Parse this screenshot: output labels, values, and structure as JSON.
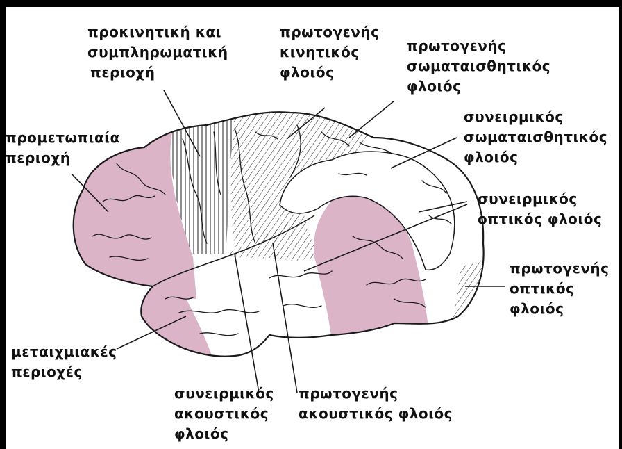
{
  "colors": {
    "pink": "#dcb4c8",
    "outline": "#1a1a1a",
    "frame": "#000000",
    "background": "#ffffff"
  },
  "labels": {
    "premotor": [
      "προκινητική και",
      "συμπληρωματική",
      "περιοχή"
    ],
    "primary_motor": [
      "πρωτογενής",
      "κινητικός",
      "φλοιός"
    ],
    "primary_somatosensory": [
      "πρωτογενής",
      "σωματαισθητικός",
      "φλοιός"
    ],
    "prefrontal": [
      "προμετωπιαία",
      "περιοχή"
    ],
    "assoc_somatosensory": [
      "συνειρμικός",
      "σωματαισθητικός",
      "φλοιός"
    ],
    "assoc_visual": [
      "συνειρμικός",
      "οπτικός φλοιός"
    ],
    "primary_visual": [
      "πρωτογενής",
      "οπτικός",
      "φλοιός"
    ],
    "limbic": [
      "μεταιχμιακές",
      "περιοχές"
    ],
    "assoc_auditory": [
      "συνειρμικός",
      "ακουστικός",
      "φλοιός"
    ],
    "primary_auditory": [
      "πρωτογενής",
      "ακουστικός φλοιός"
    ]
  }
}
